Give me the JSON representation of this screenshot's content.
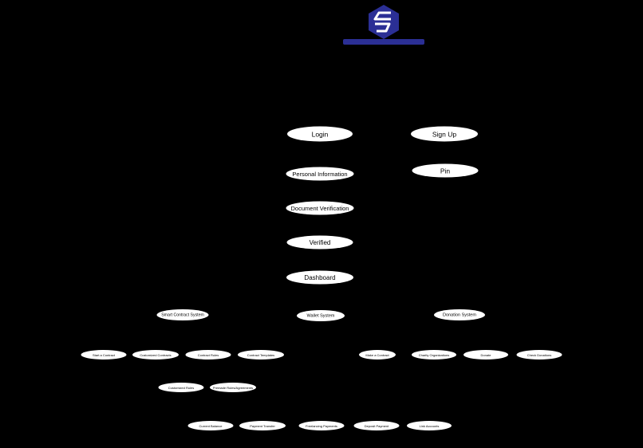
{
  "logo": {
    "name": "Logo wordmark (illegible in source)",
    "color": "#2b2f95",
    "icon": "hexagon-logo-icon"
  },
  "nodes": [
    {
      "id": "login",
      "label": "Login"
    },
    {
      "id": "sign-up",
      "label": "Sign Up"
    },
    {
      "id": "personal-information",
      "label": "Personal Information"
    },
    {
      "id": "pin",
      "label": "Pin"
    },
    {
      "id": "document-verification",
      "label": "Document Verification"
    },
    {
      "id": "verified",
      "label": "Verified"
    },
    {
      "id": "dashboard",
      "label": "Dashboard"
    },
    {
      "id": "smart-contract-system",
      "label": "Smart Contract System"
    },
    {
      "id": "wallet-system",
      "label": "Wallet System"
    },
    {
      "id": "donation-system",
      "label": "Donation System"
    },
    {
      "id": "start-a-contract",
      "label": "Start a Contract"
    },
    {
      "id": "customized-contracts",
      "label": "Customized Contracts"
    },
    {
      "id": "contract-rules",
      "label": "Contract Rules"
    },
    {
      "id": "contract-templates",
      "label": "Contract Templates"
    },
    {
      "id": "make-a-contract",
      "label": "Make a Contract"
    },
    {
      "id": "charity-organizations",
      "label": "Charity Organizations"
    },
    {
      "id": "donate",
      "label": "Donate"
    },
    {
      "id": "check-donations",
      "label": "Check Donations"
    },
    {
      "id": "customized-rules",
      "label": "Customized Rules"
    },
    {
      "id": "premade-rules-agreements",
      "label": "Premade Rules/Agreements"
    },
    {
      "id": "current-balance",
      "label": "Current Balance"
    },
    {
      "id": "payment-transfer",
      "label": "Payment Transfer"
    },
    {
      "id": "freelancing-payments",
      "label": "Freelancing Payments"
    },
    {
      "id": "deposit-payment",
      "label": "Deposit Payment"
    },
    {
      "id": "link-accounts",
      "label": "Link Accounts"
    }
  ]
}
